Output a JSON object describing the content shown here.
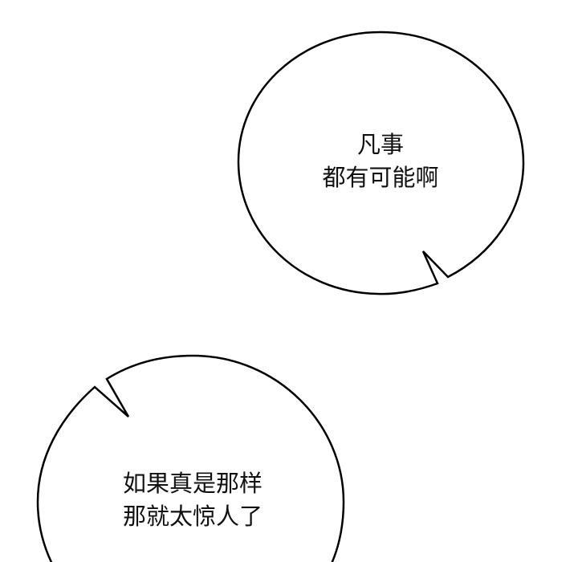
{
  "panel": {
    "background": "#ffffff",
    "stroke_color": "#000000",
    "text_color": "#111111"
  },
  "bubbles": [
    {
      "id": "bubble-1",
      "lines": [
        "凡事",
        "都有可能啊"
      ],
      "tail_direction": "bottom-right"
    },
    {
      "id": "bubble-2",
      "lines": [
        "如果真是那样",
        "那就太惊人了"
      ],
      "tail_direction": "top-left"
    }
  ]
}
